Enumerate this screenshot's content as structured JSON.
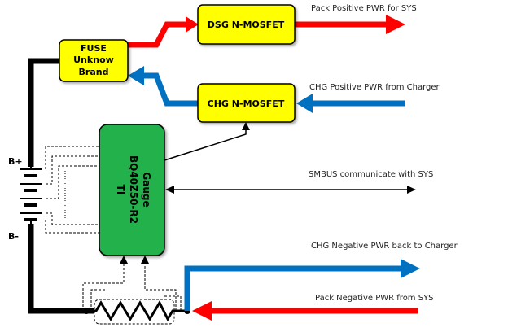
{
  "blocks": {
    "fuse": {
      "lines": [
        "FUSE",
        "Unknow",
        "Brand"
      ]
    },
    "dsg_mosfet": {
      "label": "DSG N-MOSFET"
    },
    "chg_mosfet": {
      "label": "CHG N-MOSFET"
    },
    "gauge": {
      "lines": [
        "Gauge",
        "BQ40Z50-R2",
        "TI"
      ]
    }
  },
  "annotations": {
    "pack_positive": "Pack Positive PWR for SYS",
    "chg_positive": "CHG Positive PWR from Charger",
    "smbus": "SMBUS communicate with SYS",
    "chg_negative": "CHG Negative PWR back to Charger",
    "pack_negative": "Pack Negative PWR from SYS"
  },
  "battery": {
    "plus_label": "B+",
    "minus_label": "B-"
  },
  "colors": {
    "box_fill": "#ffff00",
    "gauge_fill": "#22b14c",
    "power_red": "#ff0000",
    "power_blue": "#0070c0",
    "wire": "#000000"
  }
}
